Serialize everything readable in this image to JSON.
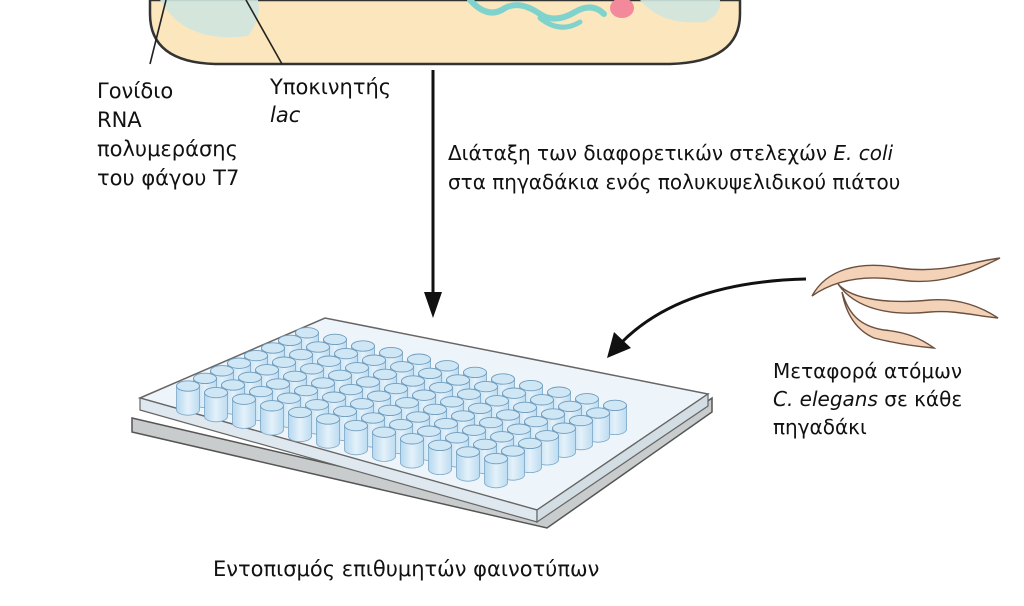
{
  "labels": {
    "t7_gene": [
      "Γονίδιο",
      "RNA",
      "πολυμεράσης",
      "του φάγου T7"
    ],
    "lac_promoter": [
      "Υποκινητής",
      "lac"
    ],
    "arrange_step": {
      "line1_prefix": "Διάταξη των διαφορετικών στελεχών ",
      "line1_species": "E. coli",
      "line2": "στα πηγαδάκια ενός πολυκυψελιδικού πιάτου"
    },
    "transfer_step": {
      "line1": "Μεταφορά ατόμων",
      "line2_species": "C. elegans",
      "line2_suffix": " σε κάθε",
      "line3": "πηγαδάκι"
    },
    "result": "Εντοπισμός επιθυμητών φαινοτύπων"
  },
  "plate": {
    "rows": 8,
    "columns": 12
  },
  "colors": {
    "bacterium_fill": "#fbe6bd",
    "bacterium_outline": "#333333",
    "dna_teal": "#7fd3cc",
    "protein_pink": "#f28a9c",
    "well_fill": "#cfe6f5",
    "worm_fill": "#f3d2b8"
  }
}
